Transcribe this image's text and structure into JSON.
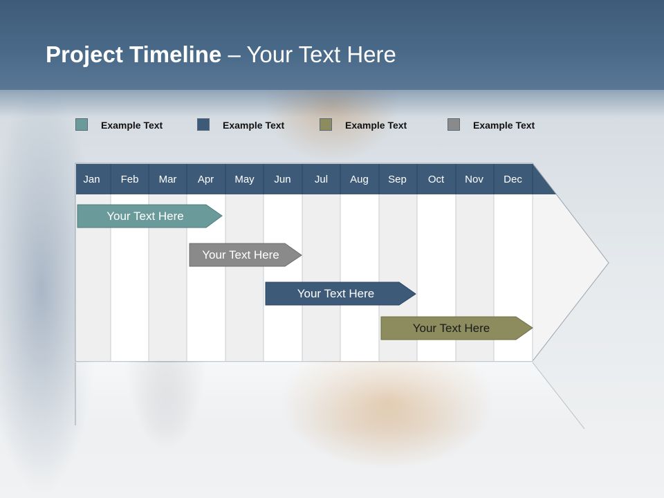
{
  "title": {
    "bold": "Project Timeline",
    "rest": " – Your Text Here"
  },
  "legend": [
    {
      "label": "Example Text",
      "color": "#6a9a9a"
    },
    {
      "label": "Example Text",
      "color": "#3d5a78"
    },
    {
      "label": "Example Text",
      "color": "#8c8c5e"
    },
    {
      "label": "Example Text",
      "color": "#8a8a8a"
    }
  ],
  "months": [
    "Jan",
    "Feb",
    "Mar",
    "Apr",
    "May",
    "Jun",
    "Jul",
    "Aug",
    "Sep",
    "Oct",
    "Nov",
    "Dec"
  ],
  "tasks": [
    {
      "label": "Your  Text Here",
      "color": "#6a9a9a"
    },
    {
      "label": "Your  Text Here",
      "color": "#8a8a8a"
    },
    {
      "label": "Your  Text Here",
      "color": "#3d5a78"
    },
    {
      "label": "Your  Text Here",
      "color": "#8c8c5e"
    }
  ],
  "colors": {
    "header": "#3e5c7a",
    "month_band": "#3d5a78"
  }
}
